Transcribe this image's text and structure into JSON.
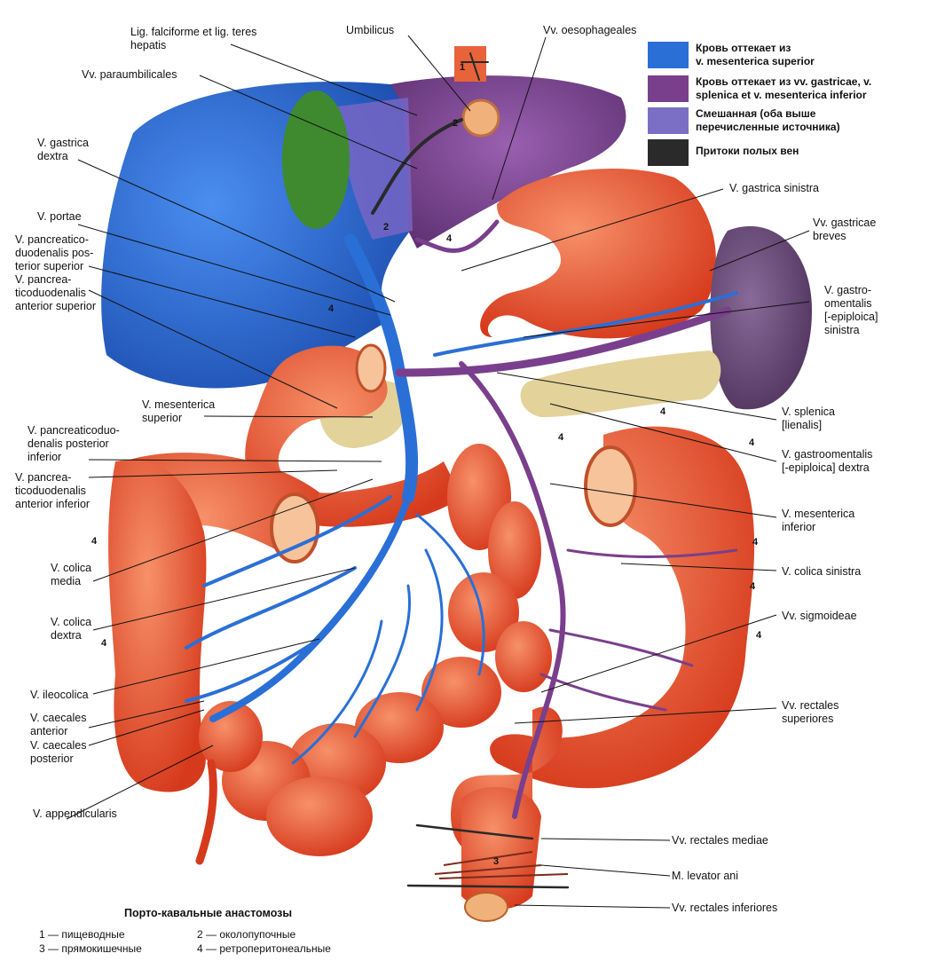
{
  "labels_left": [
    {
      "id": "lig-falciforme",
      "text": "Lig. falciforme et lig. teres\nhepatis"
    },
    {
      "id": "umbilicus",
      "text": "Umbilicus"
    },
    {
      "id": "vv-oesophageales",
      "text": "Vv. oesophageales"
    },
    {
      "id": "vv-paraumbilicales",
      "text": "Vv. paraumbilicales"
    },
    {
      "id": "v-gastrica-dextra",
      "text": "V. gastrica\ndextra"
    },
    {
      "id": "v-portae",
      "text": "V. portae"
    },
    {
      "id": "v-pd-post-sup",
      "text": "V. pancreatico-\nduodenalis pos-\nterior superior"
    },
    {
      "id": "v-pd-ant-sup",
      "text": "V. pancrea-\nticoduodenalis\nanterior superior"
    },
    {
      "id": "v-mes-sup",
      "text": "V. mesenterica\nsuperior"
    },
    {
      "id": "v-pd-post-inf",
      "text": "V. pancreaticoduo-\ndenalis posterior\ninferior"
    },
    {
      "id": "v-pd-ant-inf",
      "text": "V. pancrea-\nticoduodenalis\nanterior inferior"
    },
    {
      "id": "v-colica-media",
      "text": "V. colica\nmedia"
    },
    {
      "id": "v-colica-dextra",
      "text": "V. colica\ndextra"
    },
    {
      "id": "v-ileocolica",
      "text": "V. ileocolica"
    },
    {
      "id": "v-caecales-ant",
      "text": "V. caecales\nanterior"
    },
    {
      "id": "v-caecales-post",
      "text": "V. caecales\nposterior"
    },
    {
      "id": "v-appendicularis",
      "text": "V. appendicularis"
    }
  ],
  "labels_right": [
    {
      "id": "v-gastrica-sinistra",
      "text": "V. gastrica sinistra"
    },
    {
      "id": "vv-gastricae-breves",
      "text": "Vv. gastricae\nbreves"
    },
    {
      "id": "v-gastroomentalis-sin",
      "text": "V. gastro-\nomentalis\n[-epiploica]\nsinistra"
    },
    {
      "id": "v-splenica",
      "text": "V. splenica\n[lienalis]"
    },
    {
      "id": "v-gastroomentalis-dex",
      "text": "V. gastroomentalis\n[-epiploica] dextra"
    },
    {
      "id": "v-mes-inf",
      "text": "V. mesenterica\ninferior"
    },
    {
      "id": "v-colica-sinistra",
      "text": "V. colica sinistra"
    },
    {
      "id": "vv-sigmoideae",
      "text": "Vv. sigmoideae"
    },
    {
      "id": "vv-rectales-sup",
      "text": "Vv. rectales\nsuperiores"
    },
    {
      "id": "vv-rectales-mediae",
      "text": "Vv. rectales mediae"
    },
    {
      "id": "m-levator-ani",
      "text": "M. levator ani"
    },
    {
      "id": "vv-rectales-inf",
      "text": "Vv. rectales inferiores"
    }
  ],
  "legend": [
    {
      "color": "#2a6fd6",
      "text": "Кровь оттекает из\nv. mesenterica superior"
    },
    {
      "color": "#7a3f8c",
      "text": "Кровь оттекает из vv. gastricae, v.\nsplenica et v. mesenterica inferior"
    },
    {
      "color": "#7a6fc4",
      "text": "Смешанная (оба выше\nперечисленные источника)"
    },
    {
      "color": "#2a2a2a",
      "text": "Притоки полых вен"
    }
  ],
  "caption": {
    "title": "Порто-кавальные анастомозы",
    "items": [
      {
        "text": "1 — пищеводные"
      },
      {
        "text": "2 — околопупочные"
      },
      {
        "text": "3 — прямокишечные"
      },
      {
        "text": "4 — ретроперитонеальные"
      }
    ]
  },
  "markers": [
    "1",
    "2",
    "2",
    "4",
    "4",
    "4",
    "4",
    "4",
    "4",
    "4",
    "4",
    "4",
    "4",
    "3"
  ],
  "colors": {
    "liver_blue": "#2f63c9",
    "liver_purple": "#7e4592",
    "gallbladder": "#3f8a2f",
    "bowel": "#e8502b",
    "bowel_highlight": "#f7a07c",
    "pancreas": "#e3d29a",
    "spleen": "#6b4a7a",
    "vein_blue": "#2a6fd6",
    "vein_purple": "#7a3f8c"
  }
}
